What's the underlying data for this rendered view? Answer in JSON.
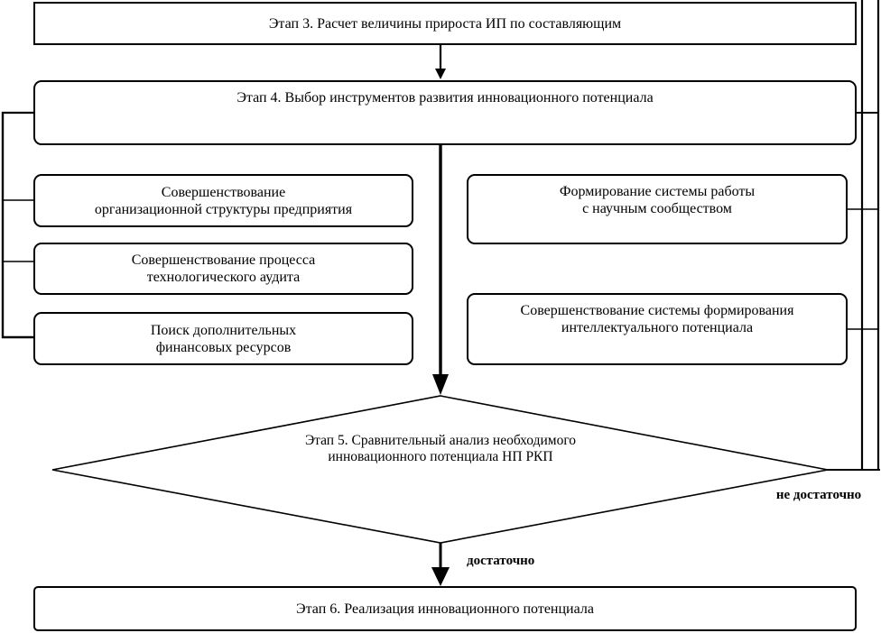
{
  "diagram": {
    "background_color": "#ffffff",
    "line_color": "#000000",
    "nodes": {
      "etap3": {
        "label": "Этап 3. Расчет величины прироста ИП по составляющим"
      },
      "etap4": {
        "label": "Этап 4. Выбор инструментов развития инновационного потенциала"
      },
      "org_structure": {
        "label": "Совершенствование\nорганизационной структуры предприятия"
      },
      "tech_audit": {
        "label": "Совершенствование процесса\nтехнологического аудита"
      },
      "fin_resources": {
        "label": "Поиск дополнительных\nфинансовых ресурсов"
      },
      "science_community": {
        "label": "Формирование системы работы\nс научным сообществом"
      },
      "intellectual_potential": {
        "label": "Совершенствование системы формирования\nинтеллектуального потенциала"
      },
      "etap5": {
        "label": "Этап 5. Сравнительный анализ необходимого\nинновационного потенциала НП РКП"
      },
      "etap6": {
        "label": "Этап 6. Реализация инновационного потенциала"
      }
    },
    "edge_labels": {
      "insufficient": "не достаточно",
      "sufficient": "достаточно"
    }
  }
}
